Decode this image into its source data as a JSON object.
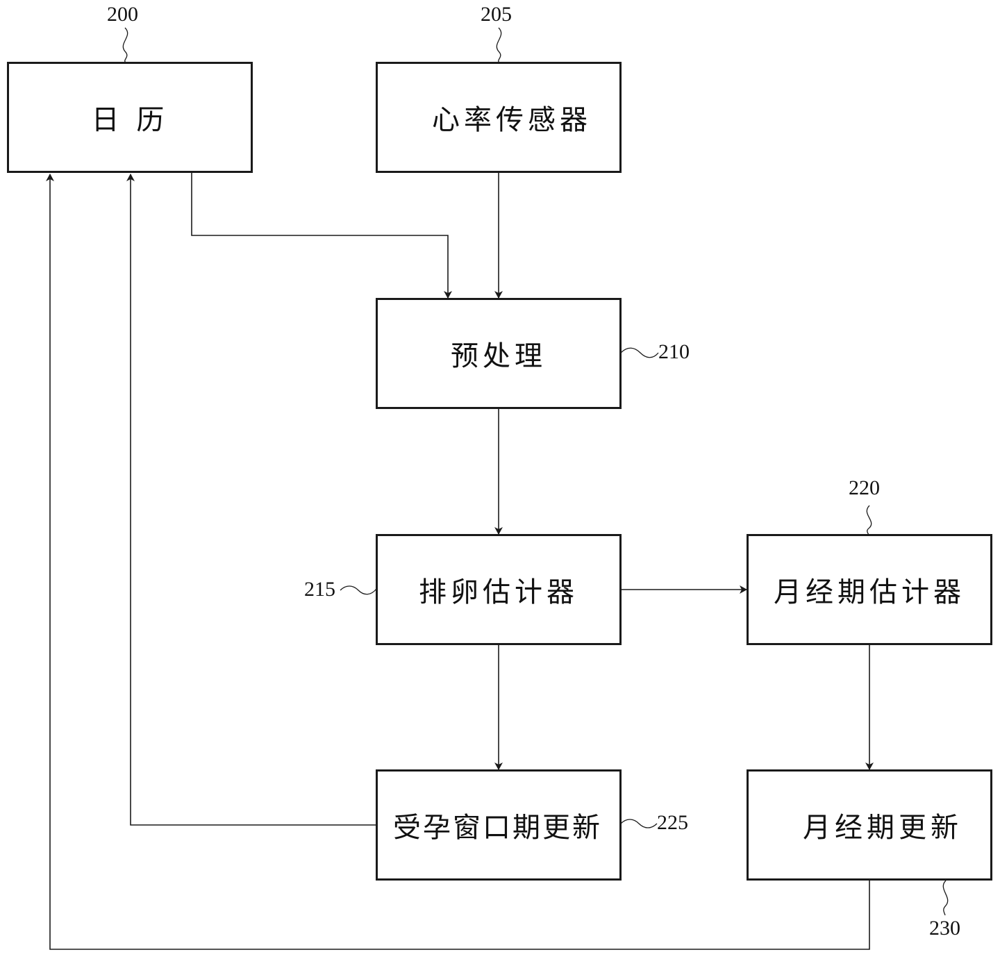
{
  "diagram": {
    "type": "flowchart",
    "colors": {
      "stroke": "#1a1a1a",
      "background": "#ffffff",
      "text": "#111111"
    },
    "nodes": [
      {
        "id": "calendar",
        "ref": "200",
        "label": "日 历"
      },
      {
        "id": "heart_rate_sensor",
        "ref": "205",
        "label": "心率传感器"
      },
      {
        "id": "preprocessing",
        "ref": "210",
        "label": "预处理"
      },
      {
        "id": "ovulation_estimator",
        "ref": "215",
        "label": "排卵估计器"
      },
      {
        "id": "menstrual_estimator",
        "ref": "220",
        "label": "月经期估计器"
      },
      {
        "id": "fertile_window_update",
        "ref": "225",
        "label": "受孕窗口期更新"
      },
      {
        "id": "menstrual_update",
        "ref": "230",
        "label": "月经期更新"
      }
    ],
    "edges": [
      {
        "from": "calendar",
        "to": "preprocessing"
      },
      {
        "from": "heart_rate_sensor",
        "to": "preprocessing"
      },
      {
        "from": "preprocessing",
        "to": "ovulation_estimator"
      },
      {
        "from": "ovulation_estimator",
        "to": "menstrual_estimator"
      },
      {
        "from": "ovulation_estimator",
        "to": "fertile_window_update"
      },
      {
        "from": "menstrual_estimator",
        "to": "menstrual_update"
      },
      {
        "from": "fertile_window_update",
        "to": "calendar"
      },
      {
        "from": "menstrual_update",
        "to": "calendar"
      }
    ]
  }
}
